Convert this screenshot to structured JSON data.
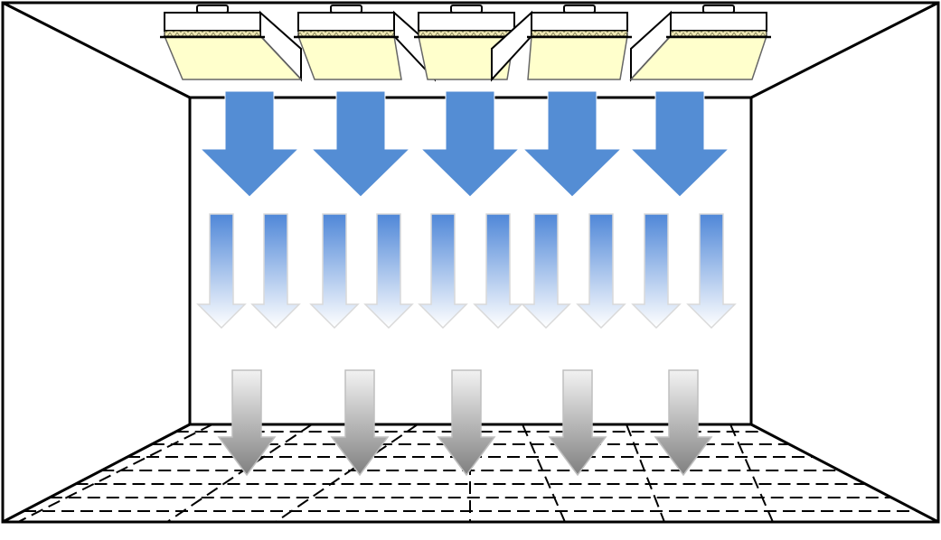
{
  "diagram": {
    "type": "cleanroom-laminar-airflow",
    "filter_units": 5,
    "supply_arrows": 5,
    "airflow_arrows": 10,
    "exhaust_arrows": 5,
    "floor": "perforated-raised-floor-grid",
    "colors": {
      "outline": "#000000",
      "supply_arrow": "#548DD4",
      "airflow_gradient_top": "#4F87D8",
      "airflow_gradient_bottom": "#FFFFFF",
      "exhaust_gradient_top": "#F2F2F2",
      "exhaust_gradient_bottom": "#808080",
      "filter_face": "#FFFFCC",
      "filter_media": "#E8E0A8"
    }
  }
}
